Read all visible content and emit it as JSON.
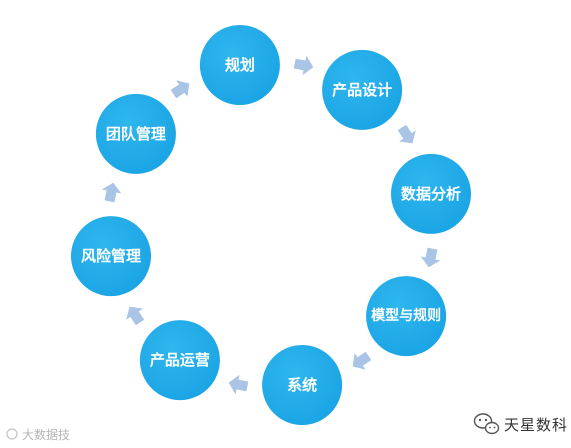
{
  "diagram": {
    "nodes": [
      {
        "id": "plan",
        "label": "规划"
      },
      {
        "id": "product-design",
        "label": "产品设计"
      },
      {
        "id": "data-analysis",
        "label": "数据分析"
      },
      {
        "id": "model-rules",
        "label": "模型与规则"
      },
      {
        "id": "system",
        "label": "系统"
      },
      {
        "id": "product-ops",
        "label": "产品运营"
      },
      {
        "id": "risk-mgmt",
        "label": "风险管理"
      },
      {
        "id": "team-mgmt",
        "label": "团队管理"
      }
    ],
    "cycle_direction": "clockwise",
    "colors": {
      "node_fill": "#1ca8e8",
      "node_text": "#ffffff",
      "arrow_fill": "#a9c4e4"
    }
  },
  "branding": {
    "name": "天星数科",
    "icon": "wechat-icon",
    "watermark": "大数据技"
  }
}
